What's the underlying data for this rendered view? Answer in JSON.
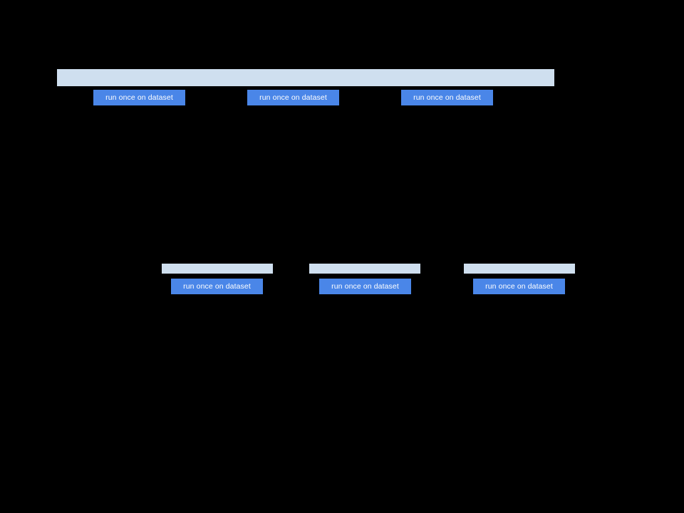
{
  "page": {
    "background_color": "#000000",
    "accent_color": "#4a86e8",
    "field_color": "#cfdfef",
    "button_text_color": "#ffffff"
  },
  "top_section": {
    "header_field": {
      "value": "",
      "placeholder": ""
    },
    "buttons": [
      {
        "label": "run once on dataset"
      },
      {
        "label": "run once on dataset"
      },
      {
        "label": "run once on dataset"
      }
    ]
  },
  "middle_section": {
    "groups": [
      {
        "field": {
          "value": "",
          "placeholder": ""
        },
        "button": {
          "label": "run once on dataset"
        }
      },
      {
        "field": {
          "value": "",
          "placeholder": ""
        },
        "button": {
          "label": "run once on dataset"
        }
      },
      {
        "field": {
          "value": "",
          "placeholder": ""
        },
        "button": {
          "label": "run once on dataset"
        }
      }
    ]
  }
}
